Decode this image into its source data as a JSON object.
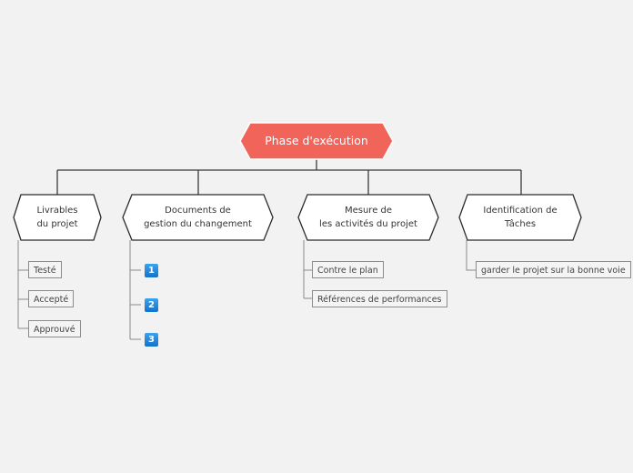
{
  "root": {
    "label": "Phase d'exécution",
    "color": "#f0645a"
  },
  "topics": [
    {
      "line1": "Livrables",
      "line2": "du projet",
      "items": [
        "Testé",
        "Accepté",
        "Approuvé"
      ]
    },
    {
      "line1": "Documents de",
      "line2": "gestion du changement",
      "markers": [
        "1",
        "2",
        "3"
      ]
    },
    {
      "line1": "Mesure de",
      "line2": "les activités du projet",
      "items": [
        "Contre le plan",
        "Références de performances"
      ]
    },
    {
      "line1": "Identification de",
      "line2": "Tâches",
      "items": [
        "garder le projet sur la bonne voie"
      ]
    }
  ],
  "colors": {
    "line": "#3a3a3a",
    "node_border": "#2b2b2b",
    "marker": "#1a7fd6"
  }
}
